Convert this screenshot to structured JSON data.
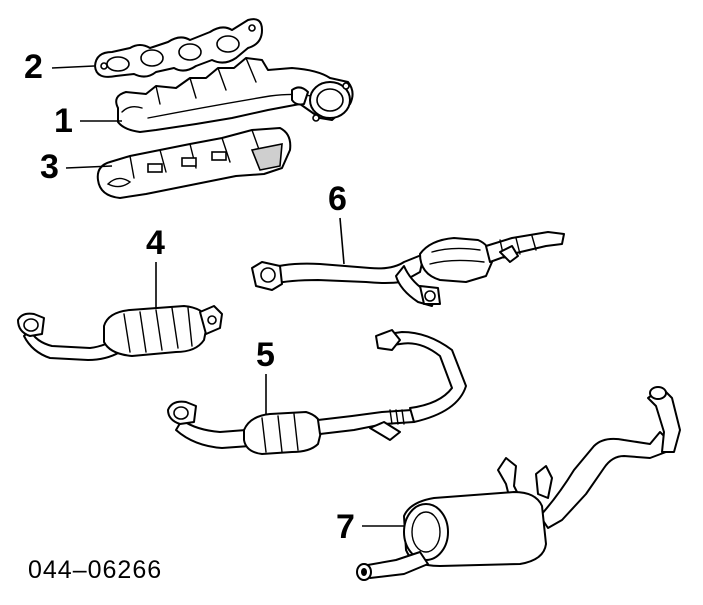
{
  "diagram": {
    "callouts": [
      {
        "id": "c2",
        "label": "2"
      },
      {
        "id": "c1",
        "label": "1"
      },
      {
        "id": "c3",
        "label": "3"
      },
      {
        "id": "c6",
        "label": "6"
      },
      {
        "id": "c4",
        "label": "4"
      },
      {
        "id": "c5",
        "label": "5"
      },
      {
        "id": "c7",
        "label": "7"
      }
    ],
    "figure_code": "044–06266"
  }
}
